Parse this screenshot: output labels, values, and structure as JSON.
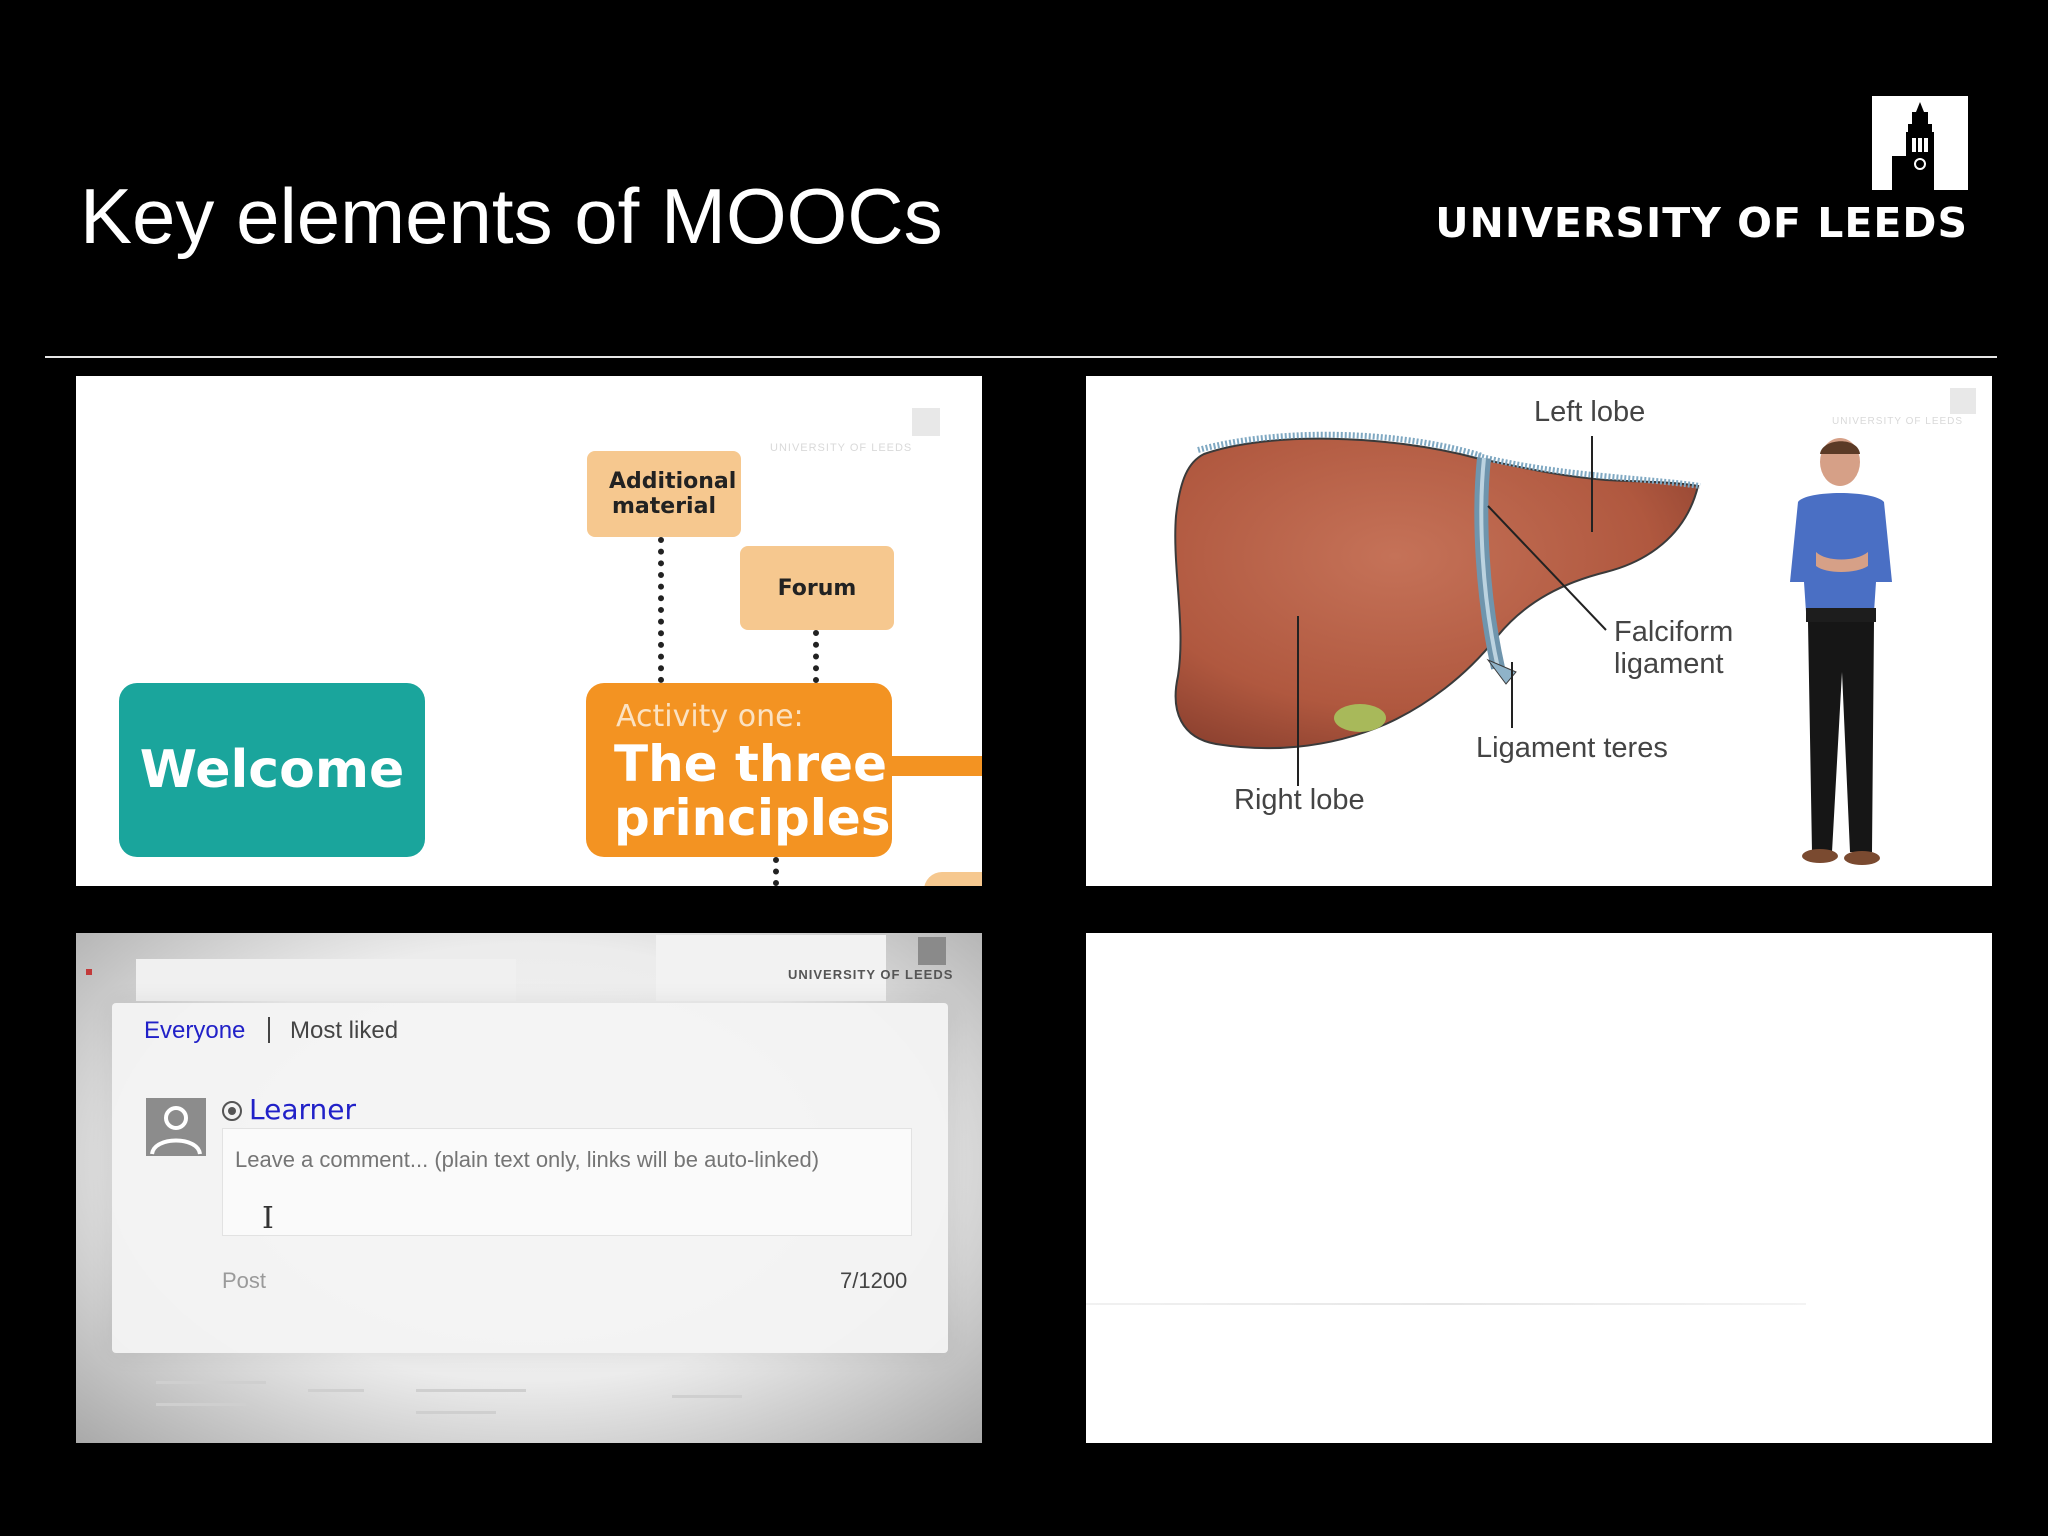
{
  "slide": {
    "title": "Key elements of MOOCs",
    "logo_text": "UNIVERSITY OF LEEDS"
  },
  "panel_course_map": {
    "watermark": "UNIVERSITY OF LEEDS",
    "additional_material": "Additional material",
    "forum": "Forum",
    "welcome": "Welcome",
    "activity_subtitle": "Activity one:",
    "activity_title_line1": "The three",
    "activity_title_line2": "principles"
  },
  "panel_liver": {
    "watermark": "UNIVERSITY OF LEEDS",
    "labels": {
      "left_lobe": "Left lobe",
      "falciform_line1": "Falciform",
      "falciform_line2": "ligament",
      "ligament_teres": "Ligament teres",
      "right_lobe": "Right lobe"
    }
  },
  "panel_comments": {
    "watermark": "UNIVERSITY OF LEEDS",
    "tabs": [
      "Everyone",
      "Most liked"
    ],
    "user_label": "Learner",
    "comment_placeholder": "Leave a comment... (plain text only, links will be auto-linked)",
    "post_label": "Post",
    "char_counter": "7/1200"
  },
  "colors": {
    "teal": "#1aa59c",
    "orange": "#f39322",
    "light_orange": "#f6c88f",
    "link_blue": "#2121c8"
  }
}
